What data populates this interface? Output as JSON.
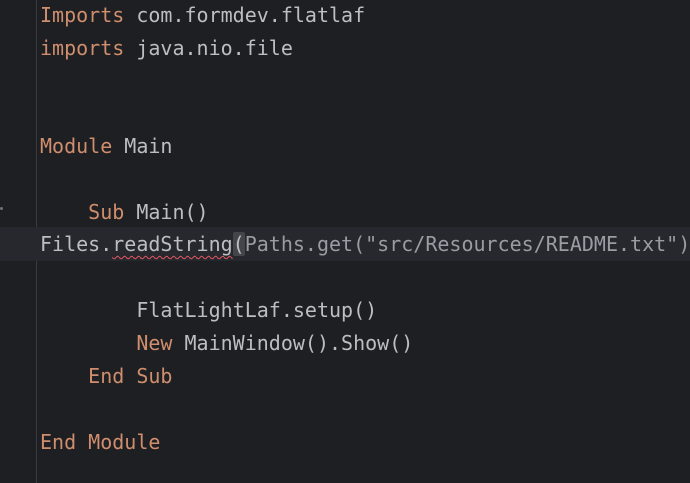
{
  "code": {
    "line1": {
      "keyword": "Imports",
      "rest": " com.formdev.flatlaf"
    },
    "line2": {
      "keyword": "imports",
      "rest": " java.nio.file"
    },
    "line3": {
      "keyword": "Module",
      "rest": " Main"
    },
    "line4": {
      "indent": "    ",
      "keyword": "Sub",
      "rest": " Main()"
    },
    "line5": {
      "obj": "Files.",
      "method": "readString",
      "open_paren": "(",
      "arg": "Paths.get(\"src/Resources/README.txt\")",
      "close_paren": ")",
      "tail": "."
    },
    "line6": {
      "indent": "        ",
      "text": "FlatLightLaf.setup()"
    },
    "line7": {
      "indent": "        ",
      "keyword": "New",
      "rest": " MainWindow().Show()"
    },
    "line8": {
      "indent": "    ",
      "keyword": "End Sub"
    },
    "line9": {
      "keyword": "End Module"
    }
  },
  "colors": {
    "background": "#1e1f22",
    "keyword": "#cf8e6d",
    "text": "#bcbec4",
    "error_underline": "#e55561"
  }
}
